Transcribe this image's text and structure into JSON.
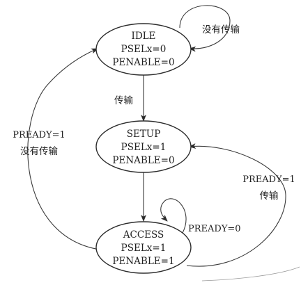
{
  "states": {
    "idle": {
      "name": "IDLE",
      "signal1": "PSELx=0",
      "signal2": "PENABLE=0"
    },
    "setup": {
      "name": "SETUP",
      "signal1": "PSELx=1",
      "signal2": "PENABLE=0"
    },
    "access": {
      "name": "ACCESS",
      "signal1": "PSELx=1",
      "signal2": "PENABLE=1"
    }
  },
  "transitions": {
    "idle_self": "没有传输",
    "idle_to_setup": "传输",
    "access_to_idle_line1": "PREADY=1",
    "access_to_idle_line2": "没有传输",
    "access_self": "PREADY=0",
    "access_to_setup_line1": "PREADY=1",
    "access_to_setup_line2": "传输"
  },
  "colors": {
    "stroke": "#2b2b2b",
    "text": "#222222",
    "background": "#ffffff"
  }
}
